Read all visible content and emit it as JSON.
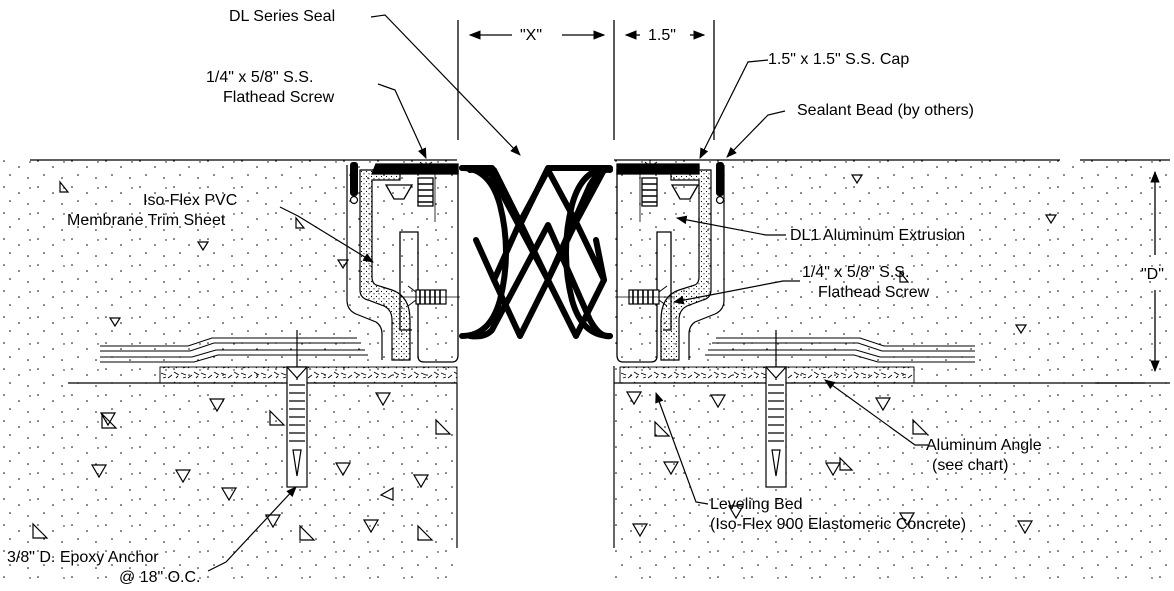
{
  "labels": {
    "dl_series_seal": "DL Series Seal",
    "dim_x": "\"X\"",
    "dim_cap_width": "1.5\"",
    "dim_d": "\"D\"",
    "ss_cap": "1.5\" x 1.5\" S.S. Cap",
    "sealant_bead": "Sealant Bead (by others)",
    "flathead_screw_left_line1": "1/4\" x 5/8\" S.S.",
    "flathead_screw_left_line2": "Flathead Screw",
    "membrane_line1": "Iso-Flex PVC",
    "membrane_line2": "Membrane Trim Sheet",
    "extrusion": "DL1 Aluminum Extrusion",
    "flathead_screw_right_line1": "1/4\" x 5/8\" S.S.",
    "flathead_screw_right_line2": "Flathead Screw",
    "aluminum_angle_line1": "Aluminum Angle",
    "aluminum_angle_line2": "(see chart)",
    "leveling_bed_line1": "Leveling Bed",
    "leveling_bed_line2": "(Iso-Flex 900 Elastomeric Concrete)",
    "epoxy_anchor_line1": "3/8\" D. Epoxy Anchor",
    "epoxy_anchor_line2": "@ 18\" O.C."
  }
}
